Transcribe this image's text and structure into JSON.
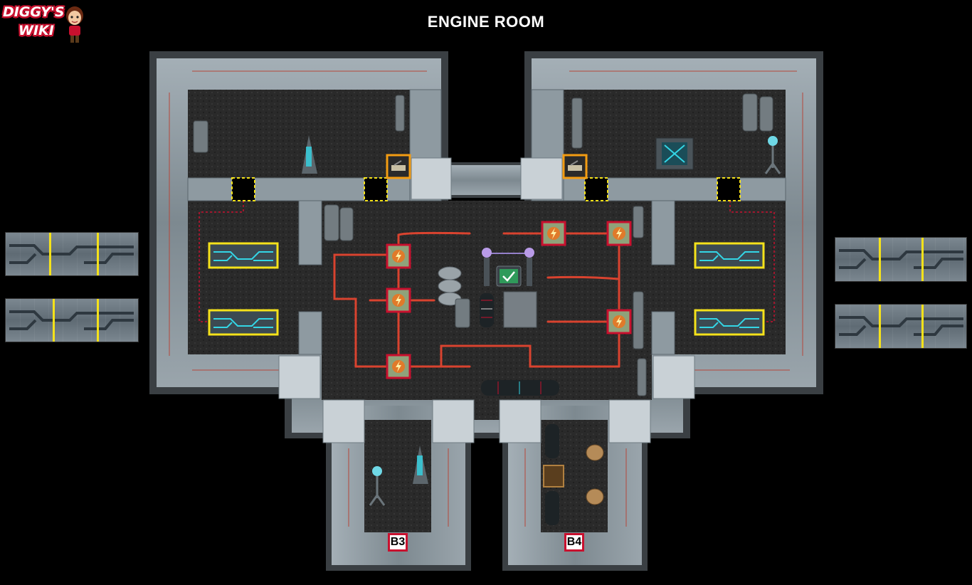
{
  "logo": {
    "line1": "DIGGY'S",
    "line2": "WIKI"
  },
  "title": "ENGINE ROOM",
  "exits": [
    {
      "label": "B3"
    },
    {
      "label": "B4"
    }
  ],
  "colors": {
    "wire": "#d9432f",
    "highlight_yellow": "#f5e21a",
    "highlight_orange": "#f39c12",
    "switch_border": "#c8102e",
    "panel_glow": "#33d6e6",
    "wall": "#8a959c",
    "floor": "#2b2b2b"
  },
  "icons": [
    "lightning-switch-icon",
    "circuit-panel-icon",
    "lever-icon",
    "tesla-coil-icon",
    "generator-icon",
    "monitor-check-icon"
  ]
}
